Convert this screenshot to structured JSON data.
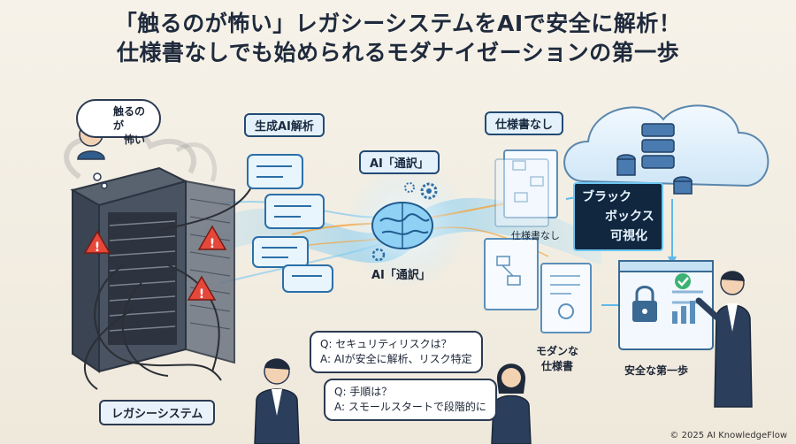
{
  "title": {
    "line1": "「触るのが怖い」レガシーシステムをAIで安全に解析！",
    "line2": "仕様書なしでも始められるモダナイゼーションの第一歩"
  },
  "thought_bubble": {
    "line1": "触るのが",
    "line2": "怖い"
  },
  "labels": {
    "generative_ai": "生成AI解析",
    "ai_translation_top": "AI「通訳」",
    "ai_translation_bottom": "AI「通訳」",
    "no_spec_top": "仕様書なし",
    "no_spec_mid": "仕様書なし",
    "blackbox_line1": "ブラック",
    "blackbox_line2": "ボックス",
    "blackbox_line3": "可視化",
    "modern_spec_line1": "モダンな",
    "modern_spec_line2": "仕様書",
    "safe_first_step": "安全な第一歩",
    "legacy_system": "レガシーシステム"
  },
  "qa": [
    {
      "q": "Q: セキュリティリスクは？",
      "a": "A: AIが安全に解析、リスク特定"
    },
    {
      "q": "Q: 手順は？",
      "a": "A: スモールスタートで段階的に"
    }
  ],
  "footer": "© 2025 AI KnowledgeFlow",
  "colors": {
    "title": "#1f2a3c",
    "flow_blue": "#5fb8ea",
    "flow_orange": "#f2a23a",
    "warning_red": "#e5483b",
    "server_dark": "#3b4452",
    "accent_green": "#3bb273"
  },
  "icons": [
    "warning-icon",
    "brain-icon",
    "gear-icon",
    "cloud-icon",
    "database-icon",
    "document-icon",
    "lock-icon",
    "checkmark-icon",
    "chat-icon"
  ]
}
